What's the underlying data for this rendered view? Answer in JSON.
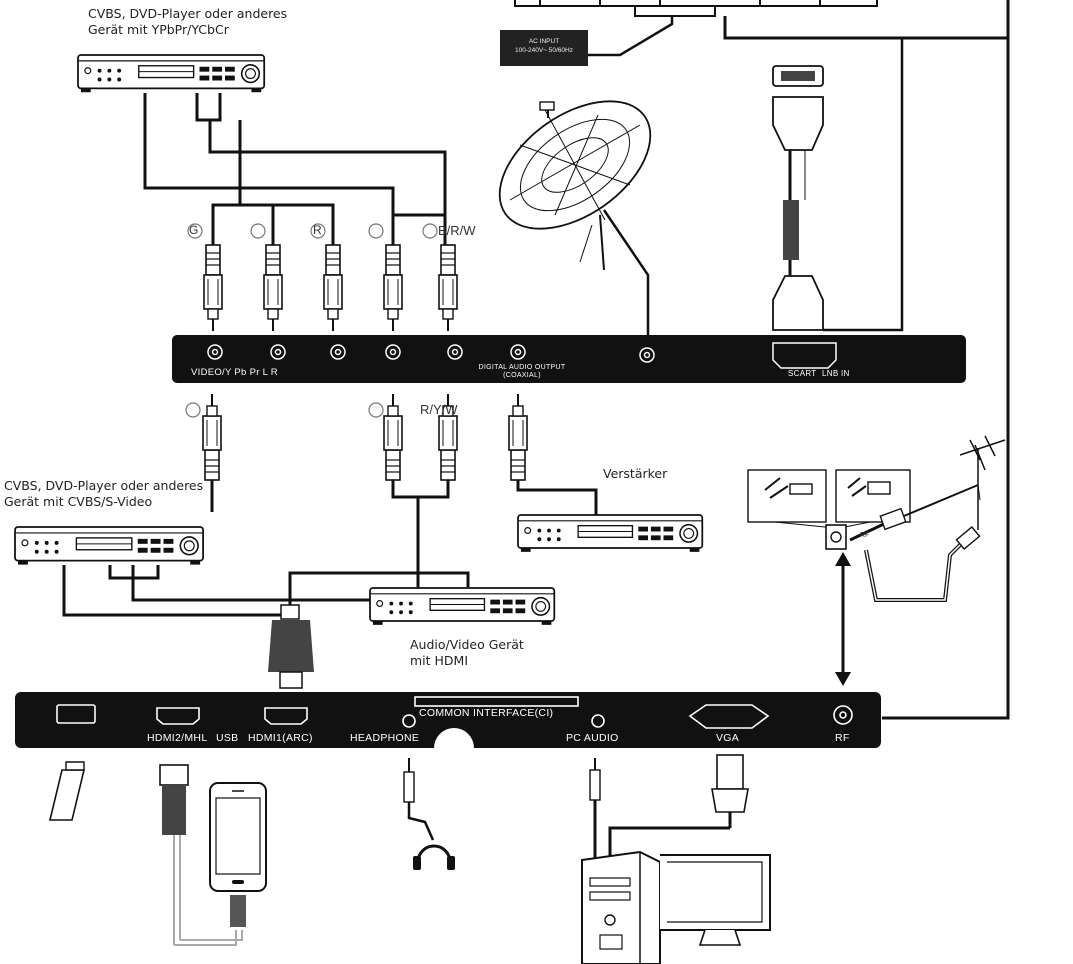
{
  "devices": {
    "dvd_ypbpr": "CVBS, DVD-Player oder anderes\nGerät mit YPbPr/YCbCr",
    "dvd_cvbs": "CVBS, DVD-Player oder anderes\nGerät mit CVBS/S-Video",
    "amplifier": "Verstärker",
    "av_hdmi": "Audio/Video Gerät\nmit HDMI"
  },
  "power": {
    "ac_input": "AC INPUT\n100-240V~ 50/60Hz"
  },
  "top_panel": {
    "ports_label": "VIDEO/Y  Pb  Pr  L  R",
    "digital_audio": "DIGITAL AUDIO OUTPUT\n(COAXIAL)",
    "scart": "SCART",
    "lnb": "LNB IN"
  },
  "bottom_panel": {
    "hdmi2": "HDMI2/MHL",
    "usb": "USB",
    "hdmi1": "HDMI1(ARC)",
    "common_interface": "COMMON INTERFACE(CI)",
    "headphone": "HEADPHONE",
    "pc_audio": "PC AUDIO",
    "vga": "VGA",
    "rf": "RF"
  },
  "cable_marks": {
    "g": "G",
    "r": "R",
    "b_r_w": "B/R/W",
    "r_y_w": "R/Y/W"
  },
  "rf_connector": {
    "rf_small": "RF"
  },
  "colors": {
    "panel": "#111111",
    "line": "#111111",
    "background": "#ffffff"
  }
}
